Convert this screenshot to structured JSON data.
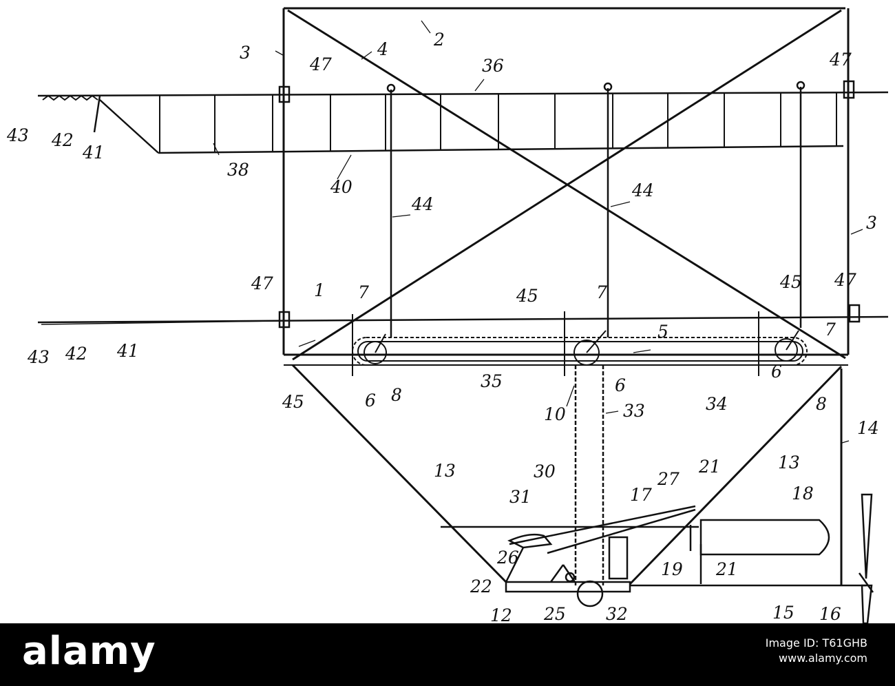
{
  "figure": {
    "callouts": {
      "l1": "1",
      "l2": "2",
      "l3a": "3",
      "l3b": "3",
      "l4": "4",
      "l5": "5",
      "l6a": "6",
      "l6b": "6",
      "l6c": "6",
      "l7a": "7",
      "l7b": "7",
      "l7c": "7",
      "l8a": "8",
      "l8b": "8",
      "l10": "10",
      "l12": "12",
      "l13a": "13",
      "l13b": "13",
      "l14": "14",
      "l15": "15",
      "l16": "16",
      "l17": "17",
      "l18": "18",
      "l19": "19",
      "l21a": "21",
      "l21b": "21",
      "l22": "22",
      "l25": "25",
      "l26": "26",
      "l27": "27",
      "l30": "30",
      "l31": "31",
      "l32": "32",
      "l33": "33",
      "l34": "34",
      "l35": "35",
      "l36": "36",
      "l38": "38",
      "l40": "40",
      "l41a": "41",
      "l41b": "41",
      "l42a": "42",
      "l42b": "42",
      "l43a": "43",
      "l43b": "43",
      "l44a": "44",
      "l44b": "44",
      "l45a": "45",
      "l45b": "45",
      "l45c": "45",
      "l47a": "47",
      "l47b": "47",
      "l47c": "47",
      "l47d": "47"
    }
  },
  "watermark": {
    "brand": "alamy",
    "image_id_line": "Image ID: T61GHB",
    "site": "www.alamy.com"
  }
}
